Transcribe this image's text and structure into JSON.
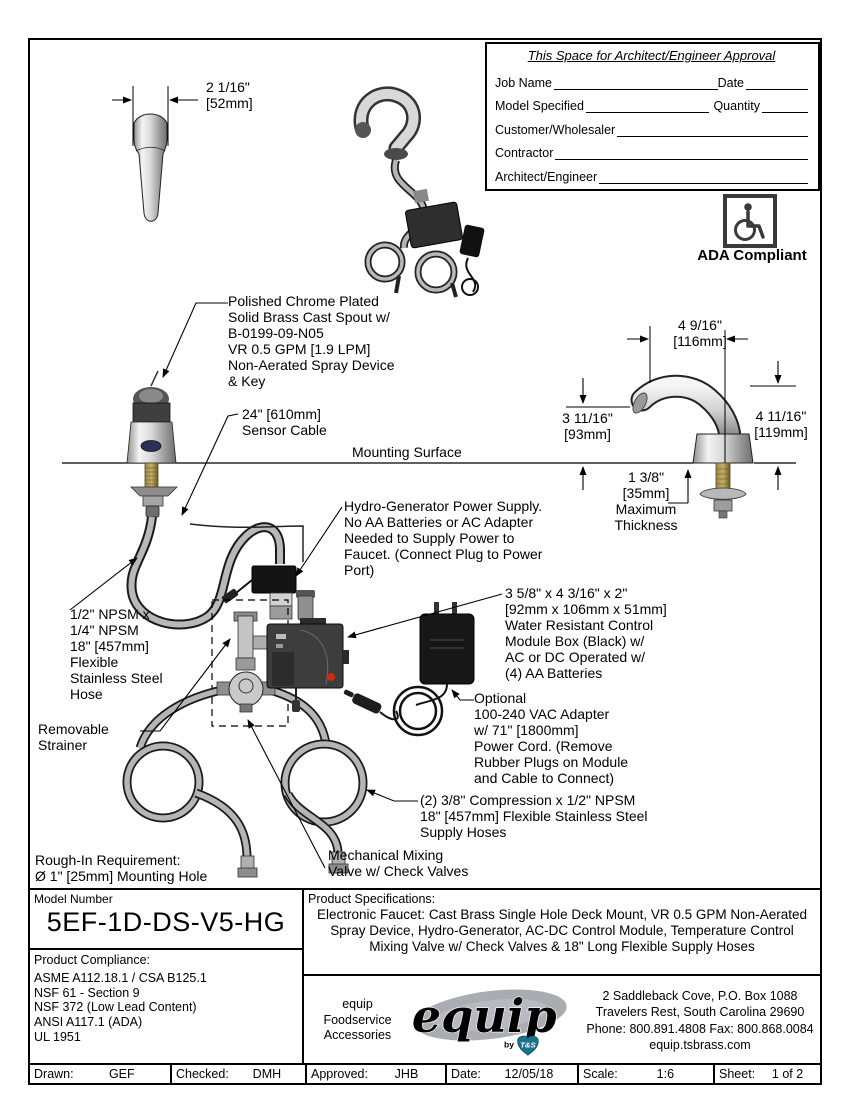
{
  "sheet": {
    "approval": {
      "title": "This Space for Architect/Engineer Approval",
      "rows": [
        {
          "label": "Job Name",
          "label2": "Date"
        },
        {
          "label": "Model Specified",
          "label2": "Quantity"
        },
        {
          "label": "Customer/Wholesaler",
          "label2": ""
        },
        {
          "label": "Contractor",
          "label2": ""
        },
        {
          "label": "Architect/Engineer",
          "label2": ""
        }
      ]
    },
    "ada_label": "ADA Compliant",
    "dimensions": {
      "spout_width": "2 1/16\"\n[52mm]",
      "reach": "4 9/16\"\n[116mm]",
      "outlet_height": "3 11/16\"\n[93mm]",
      "overall_height": "4 11/16\"\n[119mm]",
      "deck_thickness": "1 3/8\"\n[35mm]\nMaximum\nThickness"
    },
    "labels": {
      "mounting_surface": "Mounting Surface",
      "spout": "Polished Chrome Plated\nSolid Brass Cast Spout w/\nB-0199-09-N05\nVR 0.5 GPM [1.9 LPM]\nNon-Aerated Spray Device\n& Key",
      "sensor_cable": "24\" [610mm]\nSensor Cable",
      "hydro_generator": "Hydro-Generator Power Supply.\nNo AA Batteries or AC Adapter\nNeeded to Supply Power to\nFaucet. (Connect Plug to Power\nPort)",
      "control_module": "3 5/8\" x 4 3/16\" x 2\"\n[92mm x 106mm x 51mm]\nWater Resistant Control\nModule Box (Black) w/\nAC or DC Operated w/\n(4) AA Batteries",
      "ac_adapter": "Optional\n100-240 VAC Adapter\nw/ 71\" [1800mm]\nPower Cord. (Remove\nRubber Plugs on Module\nand Cable to Connect)",
      "flex_hose": "1/2\" NPSM x\n1/4\" NPSM\n18\" [457mm]\nFlexible\nStainless Steel\nHose",
      "strainer": "Removable\nStrainer",
      "supply_hoses": "(2) 3/8\" Compression x 1/2\" NPSM\n18\" [457mm] Flexible Stainless Steel\nSupply Hoses",
      "mixing_valve": "Mechanical Mixing\nValve w/ Check Valves",
      "rough_in": "Rough-In Requirement:\nØ 1\" [25mm] Mounting Hole"
    },
    "title_block": {
      "model_number_label": "Model Number",
      "model_number": "5EF-1D-DS-V5-HG",
      "compliance_label": "Product Compliance:",
      "compliance_items": [
        "ASME A112.18.1 / CSA B125.1",
        "NSF 61 - Section 9",
        "NSF 372 (Low Lead Content)",
        "ANSI A117.1 (ADA)",
        "UL 1951"
      ],
      "specs_label": "Product Specifications:",
      "specs_text": "Electronic Faucet: Cast Brass Single Hole Deck Mount, VR 0.5 GPM Non-Aerated Spray Device, Hydro-Generator, AC-DC Control Module, Temperature Control Mixing Valve w/ Check Valves & 18\" Long Flexible Supply Hoses",
      "brand_small": "equip\nFoodservice\nAccessories",
      "brand": {
        "logo_text": "equip",
        "by": "by",
        "shield": "T&S"
      },
      "address": "2 Saddleback Cove, P.O. Box 1088\nTravelers Rest, South Carolina 29690\nPhone: 800.891.4808  Fax: 800.868.0084\nequip.tsbrass.com",
      "footer": [
        {
          "label": "Drawn:",
          "value": "GEF"
        },
        {
          "label": "Checked:",
          "value": "DMH"
        },
        {
          "label": "Approved:",
          "value": "JHB"
        },
        {
          "label": "Date:",
          "value": "12/05/18"
        },
        {
          "label": "Scale:",
          "value": "1:6"
        },
        {
          "label": "Sheet:",
          "value": "1  of  2"
        }
      ]
    },
    "colors": {
      "accent_teal": "#1b7190",
      "led_red": "#cf2a10",
      "module_gray": "#3d3d3d",
      "logo_gray": "#a9adb2"
    }
  }
}
